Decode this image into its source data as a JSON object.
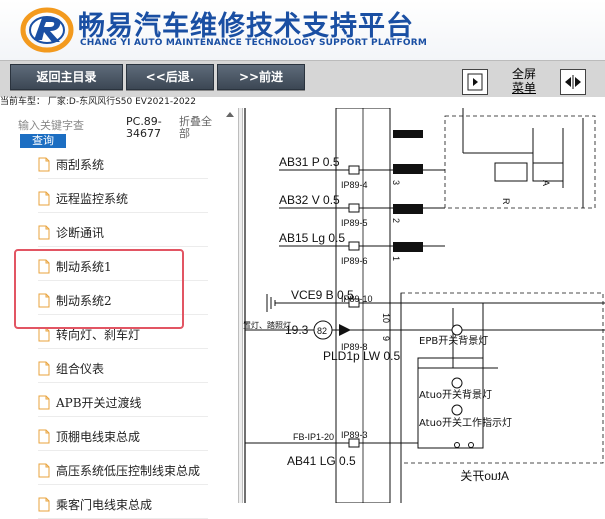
{
  "header": {
    "title": "畅易汽车维修技术支持平台",
    "subtitle": "CHANG YI AUTO MAINTENANCE TECHNOLOGY SUPPORT PLATFORM",
    "brand_color": "#1a4fa3"
  },
  "toolbar": {
    "back_label": "返回主目录",
    "prev_label": "<<后退.",
    "next_label": ">>前进",
    "fullscreen_line1": "全屏",
    "fullscreen_line2": "菜单"
  },
  "vehicle": {
    "text": "当前车型： 厂家:D-东风风行S50 EV2021-2022"
  },
  "left_panel": {
    "search_placeholder": "输入关键字查",
    "search_button": "查询",
    "pc_code_line1": "PC.89-",
    "pc_code_line2": "34677",
    "fold_line1": "折叠全",
    "fold_line2": "部",
    "highlight_color": "#e25563",
    "items": [
      {
        "label": "雨刮系统"
      },
      {
        "label": "远程监控系统"
      },
      {
        "label": "诊断通讯"
      },
      {
        "label": "制动系统1"
      },
      {
        "label": "制动系统2"
      },
      {
        "label": "转向灯、刹车灯"
      },
      {
        "label": "组合仪表"
      },
      {
        "label": "APB开关过渡线"
      },
      {
        "label": "顶棚电线束总成"
      },
      {
        "label": "高压系统低压控制线束总成"
      },
      {
        "label": "乘客门电线束总成"
      }
    ]
  },
  "diagram": {
    "wires": [
      {
        "label": "AB31 P 0.5",
        "pin": "IP89-4",
        "num": "3"
      },
      {
        "label": "AB32 V 0.5",
        "pin": "IP89-5",
        "num": "2"
      },
      {
        "label": "AB15 Lg 0.5",
        "pin": "IP89-6",
        "num": "1"
      },
      {
        "label": "VCE9 B 0.5",
        "pin": "IP89-10",
        "num": "10"
      },
      {
        "label": "PLD1p LW 0.5",
        "pin": "IP89-8",
        "num": "9"
      },
      {
        "label": "AB41 LG 0.5",
        "pin": "IP89-3",
        "num": ""
      }
    ],
    "side_label": "置灯、踏照灯",
    "value_label": "19.3",
    "circle_num": "82",
    "fb_label": "FB-IP1-20",
    "epb_label": "EPB开关背景灯",
    "atuo_label1": "Atuo开关背景灯",
    "atuo_label2": "Atuo开关工作指示灯",
    "atuo_mirror": "Atuo开关",
    "letter_r": "R",
    "letter_a": "A"
  }
}
